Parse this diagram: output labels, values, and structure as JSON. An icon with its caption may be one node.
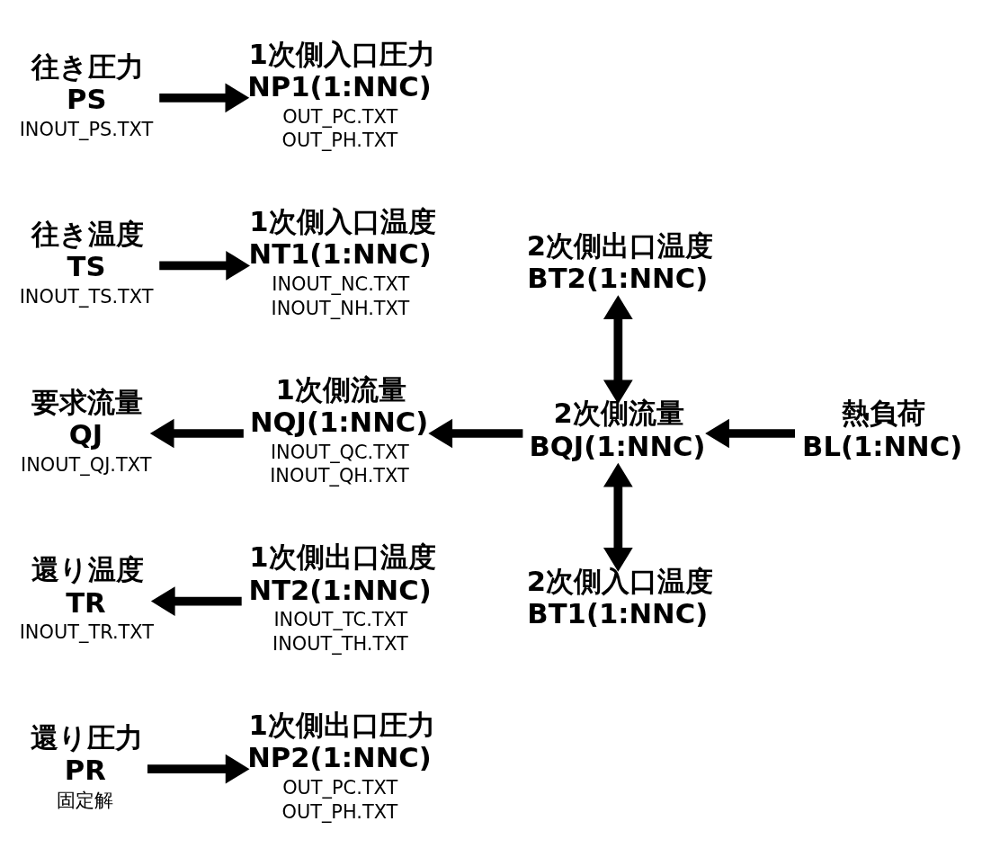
{
  "diagram": {
    "nodes": [
      {
        "text": [
          "往き圧力",
          "PS"
        ],
        "beside": [
          "INOUT_PS.TXT"
        ]
      },
      {
        "text": [
          "1次側入口圧力",
          "NP1(1:NNC)"
        ],
        "beside": [
          "OUT_PC.TXT",
          "OUT_PH.TXT"
        ]
      },
      {
        "text": [
          "往き温度",
          "TS"
        ],
        "beside": [
          "INOUT_TS.TXT"
        ]
      },
      {
        "text": [
          "1次側入口温度",
          "NT1(1:NNC)"
        ],
        "beside": [
          "INOUT_NC.TXT",
          "INOUT_NH.TXT"
        ]
      },
      {
        "text": [
          "2次側出口温度",
          "BT2(1:NNC)"
        ]
      },
      {
        "text": [
          "要求流量",
          "QJ"
        ],
        "beside": [
          "INOUT_QJ.TXT"
        ]
      },
      {
        "text": [
          "1次側流量",
          "NQJ(1:NNC)"
        ],
        "beside": [
          "INOUT_QC.TXT",
          "INOUT_QH.TXT"
        ]
      },
      {
        "text": [
          "2次側流量",
          "BQJ(1:NNC)"
        ]
      },
      {
        "text": [
          "熱負荷",
          "BL(1:NNC)"
        ]
      },
      {
        "text": [
          "還り温度",
          "TR"
        ],
        "beside": [
          "INOUT_TR.TXT"
        ]
      },
      {
        "text": [
          "1次側出口温度",
          "NT2(1:NNC)"
        ],
        "beside": [
          "INOUT_TC.TXT",
          "INOUT_TH.TXT"
        ]
      },
      {
        "text": [
          "2次側入口温度",
          "BT1(1:NNC)"
        ]
      },
      {
        "text": [
          "還り圧力",
          "PR"
        ],
        "beside": [
          "固定解"
        ]
      },
      {
        "text": [
          "1次側出口圧力",
          "NP2(1:NNC)"
        ],
        "beside": [
          "OUT_PC.TXT",
          "OUT_PH.TXT"
        ]
      }
    ],
    "edges": [
      {
        "from": 0,
        "to": 1,
        "arrow": "to"
      },
      {
        "from": 2,
        "to": 3,
        "arrow": "to"
      },
      {
        "from": 4,
        "to": 7,
        "arrow": "both"
      },
      {
        "from": 6,
        "to": 5,
        "arrow": "to"
      },
      {
        "from": 7,
        "to": 6,
        "arrow": "to"
      },
      {
        "from": 8,
        "to": 7,
        "arrow": "to"
      },
      {
        "from": 7,
        "to": 11,
        "arrow": "both"
      },
      {
        "from": 10,
        "to": 9,
        "arrow": "to"
      },
      {
        "from": 12,
        "to": 13,
        "arrow": "to"
      }
    ]
  }
}
